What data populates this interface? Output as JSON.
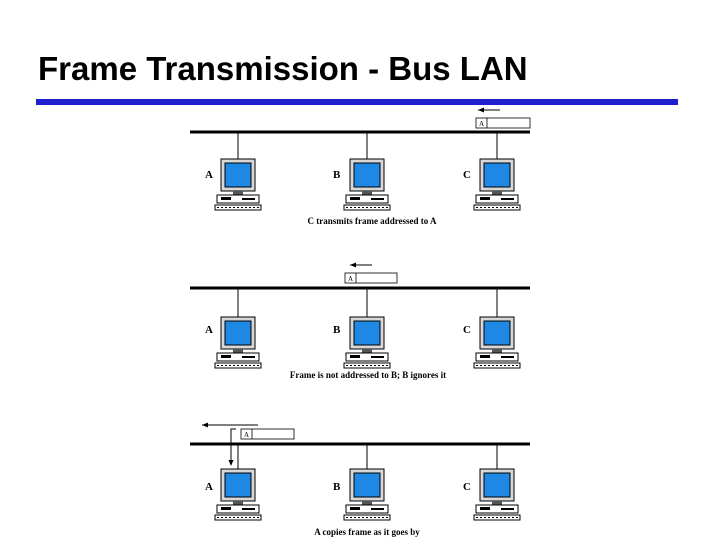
{
  "slide": {
    "title": "Frame Transmission - Bus LAN",
    "accent_color": "#1f1fd0",
    "screen_color": "#1e88e5"
  },
  "panels": [
    {
      "stations": [
        "A",
        "B",
        "C"
      ],
      "frame_address": "A",
      "direction": "left",
      "caption": "C transmits frame addressed to A"
    },
    {
      "stations": [
        "A",
        "B",
        "C"
      ],
      "frame_address": "A",
      "direction": "left",
      "caption": "Frame is not addressed to B; B ignores it"
    },
    {
      "stations": [
        "A",
        "B",
        "C"
      ],
      "frame_address": "A",
      "direction": "left",
      "caption": "A copies frame as it goes by"
    }
  ]
}
